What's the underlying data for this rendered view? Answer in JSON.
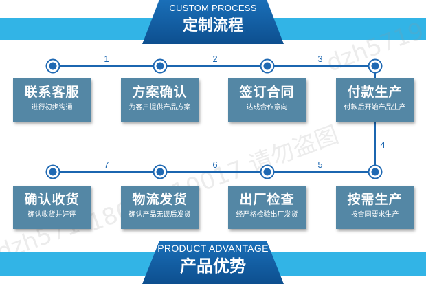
{
  "header": {
    "en": "CUSTOM PROCESS",
    "zh": "定制流程"
  },
  "footer": {
    "en": "PRODUCT ADVANTAGE",
    "zh": "产品优势"
  },
  "steps": [
    {
      "num": "1",
      "title": "联系客服",
      "sub": "进行初步沟通"
    },
    {
      "num": "2",
      "title": "方案确认",
      "sub": "为客户提供产品方案"
    },
    {
      "num": "3",
      "title": "签订合同",
      "sub": "达成合作意向"
    },
    {
      "num": "4",
      "title": "付款生产",
      "sub": "付款后开始产品生产"
    },
    {
      "num": "5",
      "title": "按需生产",
      "sub": "按合同要求生产"
    },
    {
      "num": "6",
      "title": "出厂检查",
      "sub": "经严格检验出厂发货"
    },
    {
      "num": "7",
      "title": "物流发货",
      "sub": "确认产品无误后发货"
    },
    {
      "num": "",
      "title": "确认收货",
      "sub": "确认收货并好评"
    }
  ],
  "watermark": {
    "upper": "dzh5719",
    "middle": "18013110017 请勿盗图",
    "lower": "dzh571"
  },
  "colors": {
    "banner": "#32b4e6",
    "badge": "#1a6fb8",
    "card": "#5487a5",
    "line": "#1b66b0"
  }
}
